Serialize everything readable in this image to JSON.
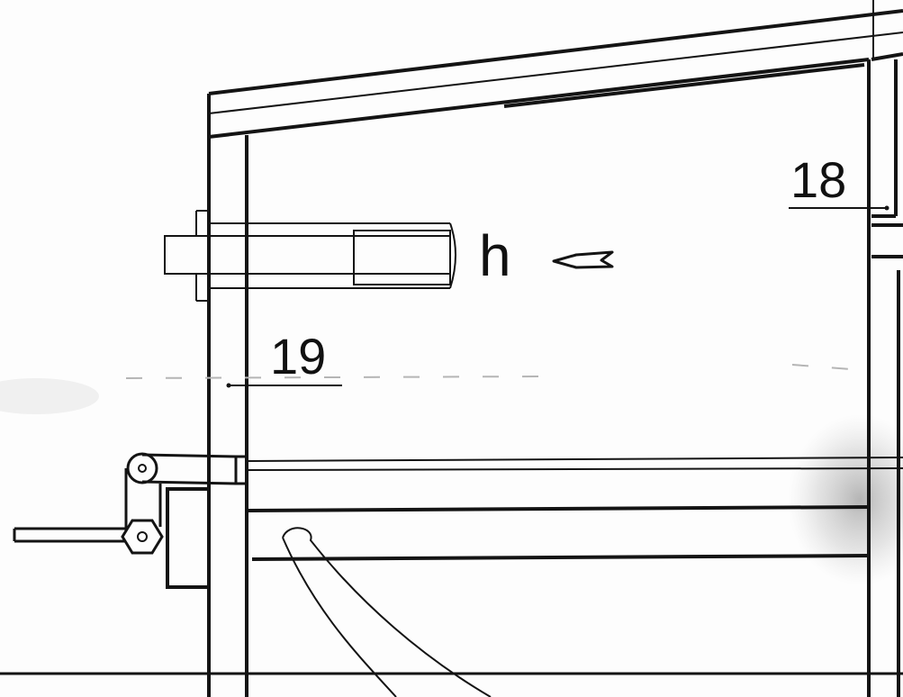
{
  "labels": {
    "part_18": "18",
    "part_19": "19",
    "view_letter": "h"
  }
}
